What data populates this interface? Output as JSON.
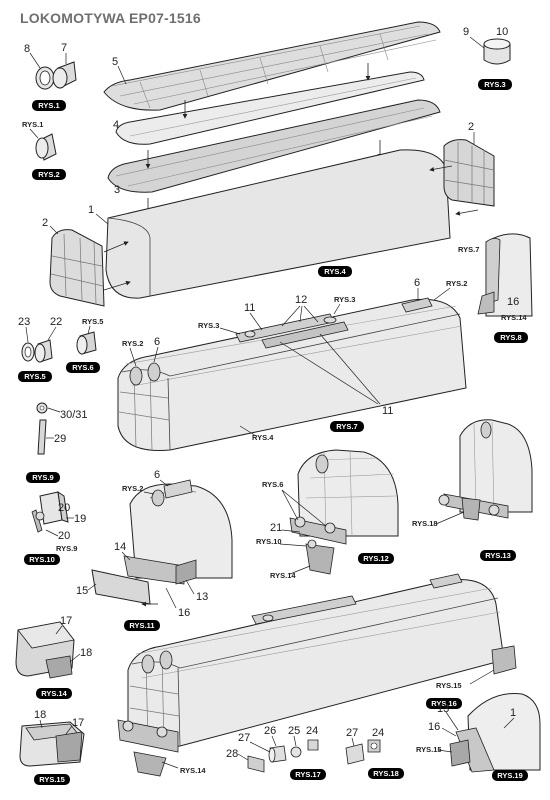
{
  "title": "LOKOMOTYWA EP07-1516",
  "badges": {
    "rys1": "RYS.1",
    "rys2": "RYS.2",
    "rys3": "RYS.3",
    "rys4": "RYS.4",
    "rys5": "RYS.5",
    "rys6": "RYS.6",
    "rys7": "RYS.7",
    "rys8": "RYS.8",
    "rys9": "RYS.9",
    "rys10": "RYS.10",
    "rys11": "RYS.11",
    "rys12": "RYS.12",
    "rys13": "RYS.13",
    "rys14": "RYS.14",
    "rys15": "RYS.15",
    "rys16": "RYS.16",
    "rys17": "RYS.17",
    "rys18": "RYS.18",
    "rys19": "RYS.19"
  },
  "refs": {
    "r1": "RYS.1",
    "r2": "RYS.2",
    "r3": "RYS.3",
    "r4": "RYS.4",
    "r5": "RYS.5",
    "r6": "RYS.6",
    "r7": "RYS.7",
    "r9": "RYS.9",
    "r10": "RYS.10",
    "r14": "RYS.14",
    "r15": "RYS.15",
    "r18": "RYS.18"
  },
  "parts": {
    "p1": "1",
    "p2": "2",
    "p3": "3",
    "p4": "4",
    "p5": "5",
    "p6": "6",
    "p7": "7",
    "p8": "8",
    "p9": "9",
    "p10": "10",
    "p11": "11",
    "p12": "12",
    "p13": "13",
    "p14": "14",
    "p15": "15",
    "p16": "16",
    "p17": "17",
    "p18": "18",
    "p19": "19",
    "p20": "20",
    "p21": "21",
    "p22": "22",
    "p23": "23",
    "p24": "24",
    "p25": "25",
    "p26": "26",
    "p27": "27",
    "p28": "28",
    "p29": "29",
    "p3031": "30/31"
  }
}
